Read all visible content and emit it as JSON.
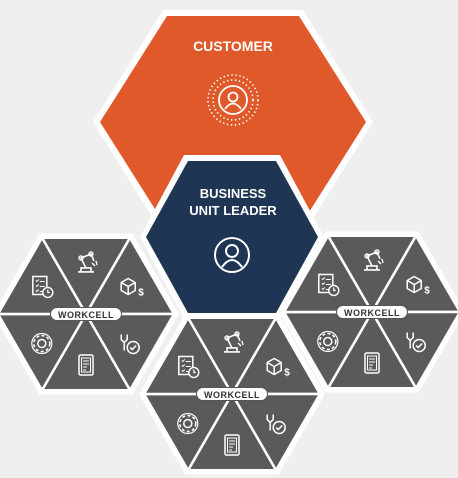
{
  "customer": {
    "label": "CUSTOMER",
    "color": "#e0592a",
    "icon": "user-radiating-icon"
  },
  "leader": {
    "label_line1": "BUSINESS",
    "label_line2": "UNIT LEADER",
    "color": "#1f3554",
    "icon": "user-circle-icon"
  },
  "workcells": [
    {
      "label": "WORKCELL",
      "color": "#5a5a5a"
    },
    {
      "label": "WORKCELL",
      "color": "#5a5a5a"
    },
    {
      "label": "WORKCELL",
      "color": "#5a5a5a"
    }
  ],
  "workcell_segment_icons": [
    "robot-arm-icon",
    "package-cost-icon",
    "check-wrench-icon",
    "document-icon",
    "gear-icon",
    "checklist-clock-icon"
  ]
}
